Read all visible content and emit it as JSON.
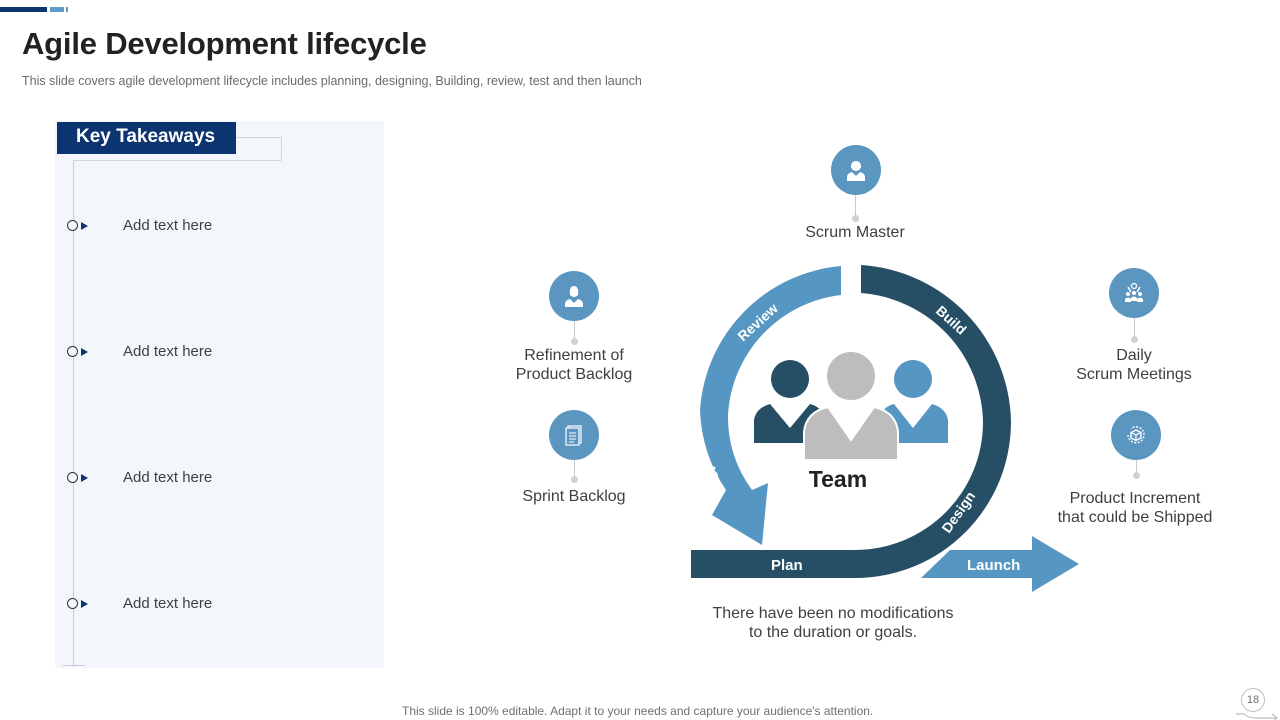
{
  "header": {
    "title": "Agile Development lifecycle",
    "subtitle": "This slide covers agile development  lifecycle includes planning, designing, Building, review,  test and then launch"
  },
  "takeaways": {
    "heading": "Key Takeaways",
    "items": [
      {
        "text": "Add text here"
      },
      {
        "text": "Add text here"
      },
      {
        "text": "Add text here"
      },
      {
        "text": "Add text here"
      }
    ]
  },
  "cycle": {
    "center_label": "Team",
    "stages": {
      "plan": "Plan",
      "design": "Design",
      "build": "Build",
      "review": "Review",
      "test": "Test",
      "launch": "Launch"
    },
    "colors": {
      "dark": "#264f66",
      "light": "#5597c2",
      "gray": "#bdbdbd"
    }
  },
  "nodes": {
    "scrum_master": {
      "label": "Scrum Master",
      "icon": "woman-user-icon"
    },
    "refinement": {
      "label": "Refinement of\nProduct Backlog",
      "icon": "woman-user-icon"
    },
    "sprint_backlog": {
      "label": "Sprint Backlog",
      "icon": "document-icon"
    },
    "daily_scrum": {
      "label": "Daily\nScrum Meetings",
      "icon": "meeting-group-icon"
    },
    "product_increment": {
      "label": "Product Increment\nthat could be Shipped",
      "icon": "box-cycle-icon"
    }
  },
  "note": "There have been no modifications\nto the duration or goals.",
  "footer": {
    "text": "This slide is 100% editable. Adapt it to your needs and capture your audience's attention.",
    "page_number": "18"
  },
  "theme": {
    "brand_navy": "#0b3470",
    "accent_blue": "#5a96c0",
    "panel_bg": "#f3f7fc"
  }
}
